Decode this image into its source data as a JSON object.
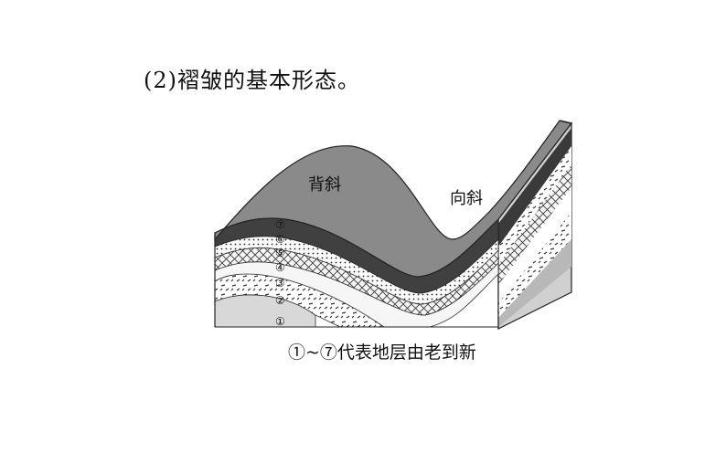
{
  "heading": "(2)褶皱的基本形态。",
  "labels": {
    "anticline": "背斜",
    "syncline": "向斜"
  },
  "layers": [
    "①",
    "②",
    "③",
    "④",
    "⑤",
    "⑥",
    "⑦"
  ],
  "caption": "①~⑦代表地层由老到新"
}
